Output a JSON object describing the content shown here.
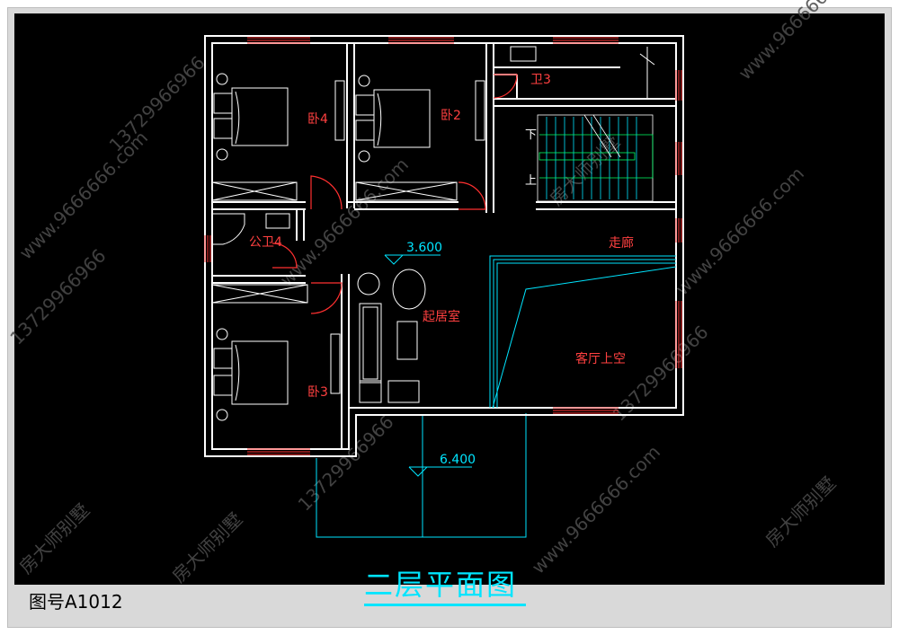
{
  "drawing": {
    "title": "二层平面图",
    "number": "图号A1012"
  },
  "rooms": {
    "bedroom4": "卧4",
    "bedroom2": "卧2",
    "bath3": "卫3",
    "public_bath4": "公卫4",
    "bedroom3": "卧3",
    "living": "起居室",
    "corridor": "走廊",
    "void": "客厅上空"
  },
  "stairs": {
    "down": "下",
    "up": "上"
  },
  "elevations": {
    "floor": "3.600",
    "roof": "6.400"
  },
  "watermarks": {
    "brand": "房大师别墅",
    "phone": "13729966966",
    "site": "www.9666666.com"
  },
  "colors": {
    "background": "#000000",
    "wall": "#ffffff",
    "window": "#ff3030",
    "door": "#ff3030",
    "furniture": "#ffffff",
    "void_outline": "#00e5ff",
    "stair_rail": "#00ff66",
    "title": "#00e5ff",
    "room_label": "#ff4040"
  }
}
